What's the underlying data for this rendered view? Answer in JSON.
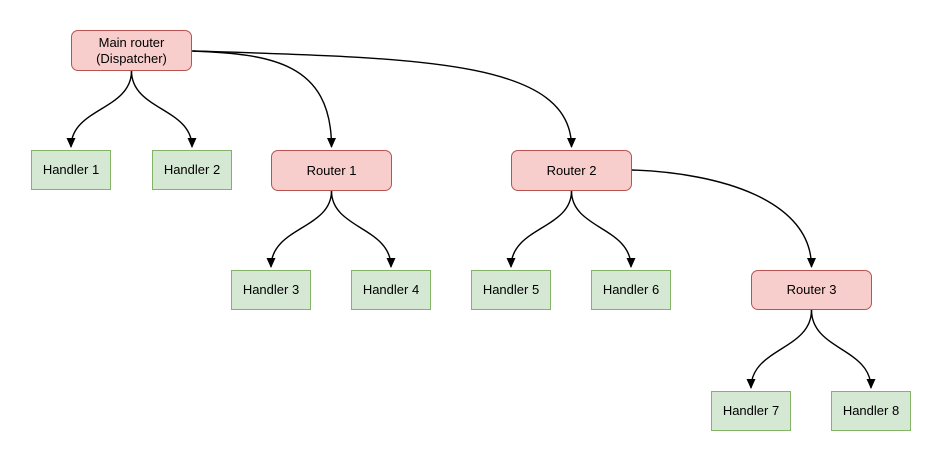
{
  "diagram": {
    "type": "tree",
    "nodes": {
      "main": {
        "label": "Main router\n(Dispatcher)",
        "type": "router"
      },
      "handler1": {
        "label": "Handler 1",
        "type": "handler"
      },
      "handler2": {
        "label": "Handler 2",
        "type": "handler"
      },
      "router1": {
        "label": "Router 1",
        "type": "router"
      },
      "router2": {
        "label": "Router 2",
        "type": "router"
      },
      "handler3": {
        "label": "Handler 3",
        "type": "handler"
      },
      "handler4": {
        "label": "Handler 4",
        "type": "handler"
      },
      "handler5": {
        "label": "Handler 5",
        "type": "handler"
      },
      "handler6": {
        "label": "Handler 6",
        "type": "handler"
      },
      "router3": {
        "label": "Router 3",
        "type": "router"
      },
      "handler7": {
        "label": "Handler 7",
        "type": "handler"
      },
      "handler8": {
        "label": "Handler 8",
        "type": "handler"
      }
    },
    "edges": [
      {
        "from": "main",
        "to": "handler1"
      },
      {
        "from": "main",
        "to": "handler2"
      },
      {
        "from": "main",
        "to": "router1"
      },
      {
        "from": "main",
        "to": "router2"
      },
      {
        "from": "router1",
        "to": "handler3"
      },
      {
        "from": "router1",
        "to": "handler4"
      },
      {
        "from": "router2",
        "to": "handler5"
      },
      {
        "from": "router2",
        "to": "handler6"
      },
      {
        "from": "router2",
        "to": "router3"
      },
      {
        "from": "router3",
        "to": "handler7"
      },
      {
        "from": "router3",
        "to": "handler8"
      }
    ],
    "colors": {
      "router_fill": "#f8cecc",
      "router_stroke": "#b85450",
      "handler_fill": "#d5e8d4",
      "handler_stroke": "#82b366",
      "edge": "#000000",
      "text": "#000000",
      "background": "#ffffff"
    }
  }
}
